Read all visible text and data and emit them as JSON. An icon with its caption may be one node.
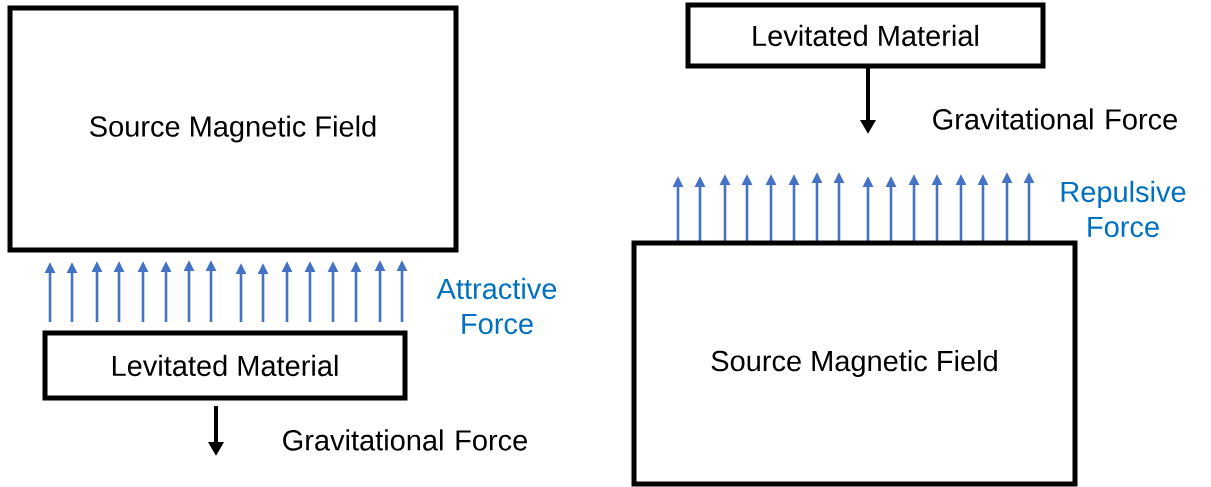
{
  "diagram": {
    "nodes": [
      {
        "text": [
          "Source Magnetic Field"
        ]
      },
      {
        "text": [
          "Levitated Material"
        ]
      },
      {
        "text": [
          "Levitated Material"
        ]
      },
      {
        "text": [
          "Source Magnetic Field"
        ]
      }
    ],
    "labels": [
      "Gravitational Force",
      "Repulsive Force",
      "Attractive Force",
      "Gravitational Force"
    ]
  }
}
